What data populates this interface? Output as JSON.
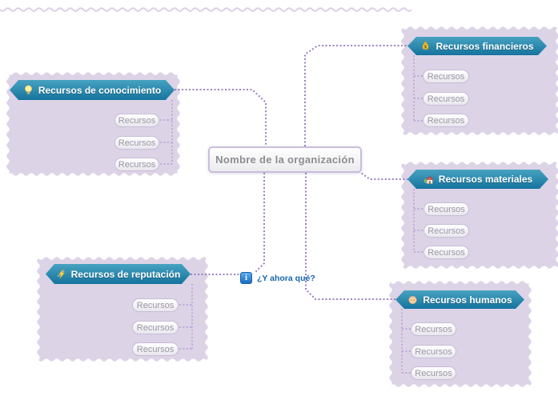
{
  "center": {
    "label": "Nombre de la organización"
  },
  "note": {
    "icon": "info-icon",
    "label": "¿Y ahora qué?"
  },
  "groups": [
    {
      "id": "conocimiento",
      "label": "Recursos de conocimiento",
      "icon": "lightbulb-icon",
      "children": [
        "Recursos",
        "Recursos",
        "Recursos"
      ]
    },
    {
      "id": "financieros",
      "label": "Recursos financieros",
      "icon": "money-bag-icon",
      "children": [
        "Recursos",
        "Recursos",
        "Recursos"
      ]
    },
    {
      "id": "materiales",
      "label": "Recursos materiales",
      "icon": "house-icon",
      "children": [
        "Recursos",
        "Recursos",
        "Recursos"
      ]
    },
    {
      "id": "reputacion",
      "label": "Recursos de reputación",
      "icon": "flash-icon",
      "children": [
        "Recursos",
        "Recursos",
        "Recursos"
      ]
    },
    {
      "id": "humanos",
      "label": "Recursos humanos",
      "icon": "person-icon",
      "children": [
        "Recursos",
        "Recursos",
        "Recursos"
      ]
    }
  ],
  "colors": {
    "topic_gradient_top": "#47a2c1",
    "topic_gradient_bottom": "#15749e",
    "boundary_fill": "#dcd3e6",
    "connector_main": "#9c80bf",
    "connector_child": "#b39ed0",
    "pill_border": "#c7bdd7",
    "note_blue": "#1766b0"
  }
}
